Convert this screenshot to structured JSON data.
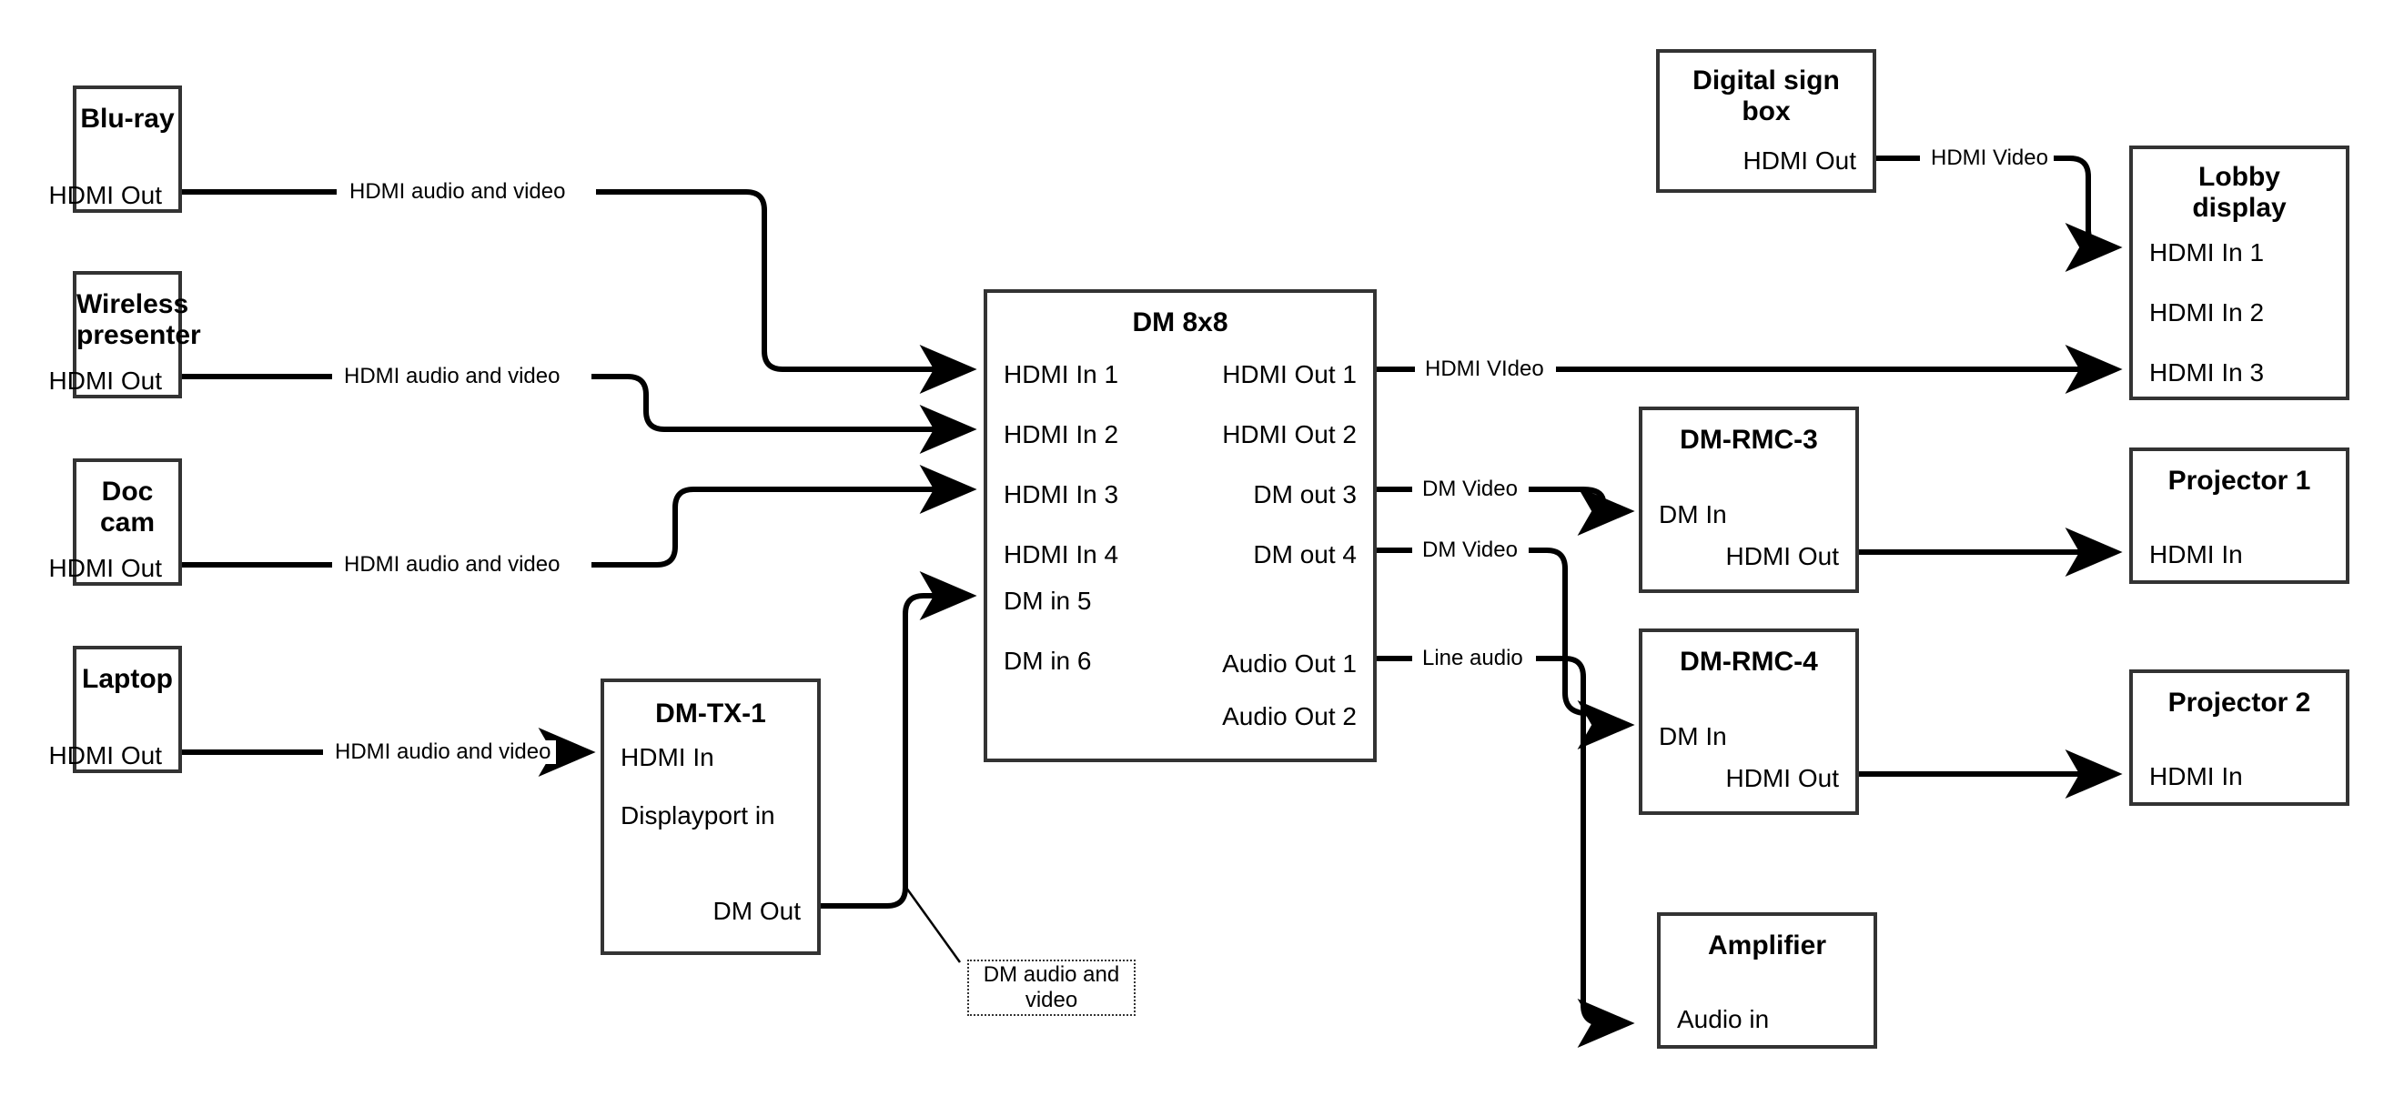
{
  "diagram": {
    "title": "AV signal flow diagram",
    "stroke_color": "#333333",
    "wire_color": "#000000",
    "background": "#ffffff"
  },
  "nodes": [
    {
      "id": "blu-ray",
      "title": "Blu-ray",
      "ports": [
        {
          "label": "HDMI Out",
          "side": "right"
        }
      ]
    },
    {
      "id": "wireless-presenter",
      "title": "Wireless\npresenter",
      "title_line1": "Wireless",
      "title_line2": "presenter",
      "ports": [
        {
          "label": "HDMI Out",
          "side": "right"
        }
      ]
    },
    {
      "id": "doc-cam",
      "title": "Doc cam",
      "ports": [
        {
          "label": "HDMI Out",
          "side": "right"
        }
      ]
    },
    {
      "id": "laptop",
      "title": "Laptop",
      "ports": [
        {
          "label": "HDMI Out",
          "side": "right"
        }
      ]
    },
    {
      "id": "dm-tx-1",
      "title": "DM-TX-1",
      "ports": [
        {
          "label": "HDMI In",
          "side": "left"
        },
        {
          "label": "Displayport in",
          "side": "left"
        },
        {
          "label": "DM Out",
          "side": "right"
        }
      ]
    },
    {
      "id": "dm-8x8",
      "title": "DM 8x8",
      "ports": [
        {
          "label": "HDMI In 1",
          "side": "left"
        },
        {
          "label": "HDMI In 2",
          "side": "left"
        },
        {
          "label": "HDMI In 3",
          "side": "left"
        },
        {
          "label": "HDMI In 4",
          "side": "left"
        },
        {
          "label": "DM in 5",
          "side": "left"
        },
        {
          "label": "DM in 6",
          "side": "left"
        },
        {
          "label": "HDMI Out 1",
          "side": "right"
        },
        {
          "label": "HDMI Out 2",
          "side": "right"
        },
        {
          "label": "DM out 3",
          "side": "right"
        },
        {
          "label": "DM out 4",
          "side": "right"
        },
        {
          "label": "Audio Out 1",
          "side": "right"
        },
        {
          "label": "Audio Out 2",
          "side": "right"
        }
      ]
    },
    {
      "id": "digital-sign-box",
      "title": "Digital sign\nbox",
      "title_line1": "Digital sign",
      "title_line2": "box",
      "ports": [
        {
          "label": "HDMI Out",
          "side": "right"
        }
      ]
    },
    {
      "id": "lobby-display",
      "title": "Lobby\ndisplay",
      "title_line1": "Lobby",
      "title_line2": "display",
      "ports": [
        {
          "label": "HDMI In 1",
          "side": "left"
        },
        {
          "label": "HDMI In 2",
          "side": "left"
        },
        {
          "label": "HDMI In 3",
          "side": "left"
        }
      ]
    },
    {
      "id": "dm-rmc-3",
      "title": "DM-RMC-3",
      "ports": [
        {
          "label": "DM In",
          "side": "left"
        },
        {
          "label": "HDMI Out",
          "side": "right"
        }
      ]
    },
    {
      "id": "dm-rmc-4",
      "title": "DM-RMC-4",
      "ports": [
        {
          "label": "DM In",
          "side": "left"
        },
        {
          "label": "HDMI Out",
          "side": "right"
        }
      ]
    },
    {
      "id": "projector-1",
      "title": "Projector 1",
      "ports": [
        {
          "label": "HDMI In",
          "side": "left"
        }
      ]
    },
    {
      "id": "projector-2",
      "title": "Projector 2",
      "ports": [
        {
          "label": "HDMI In",
          "side": "left"
        }
      ]
    },
    {
      "id": "amplifier",
      "title": "Amplifier",
      "ports": [
        {
          "label": "Audio in",
          "side": "left"
        }
      ]
    }
  ],
  "labels": {
    "bluray_link": "HDMI audio and video",
    "wireless_link": "HDMI audio and video",
    "doccam_link": "HDMI audio and video",
    "laptop_link": "HDMI audio and video",
    "signbox_link": "HDMI Video",
    "hdmiout1_link": "HDMI VIdeo",
    "dmout3_link": "DM Video",
    "dmout4_link": "DM Video",
    "audioout1_link": "Line audio",
    "dmtx_callout_line1": "DM audio and",
    "dmtx_callout_line2": "video"
  },
  "connections": [
    {
      "from": "blu-ray.HDMI Out",
      "to": "dm-8x8.HDMI In 1",
      "label": "HDMI audio and video"
    },
    {
      "from": "wireless-presenter.HDMI Out",
      "to": "dm-8x8.HDMI In 2",
      "label": "HDMI audio and video"
    },
    {
      "from": "doc-cam.HDMI Out",
      "to": "dm-8x8.HDMI In 3",
      "label": "HDMI audio and video"
    },
    {
      "from": "laptop.HDMI Out",
      "to": "dm-tx-1.HDMI In",
      "label": "HDMI audio and video"
    },
    {
      "from": "dm-tx-1.DM Out",
      "to": "dm-8x8.DM in 5",
      "label": "DM audio and video"
    },
    {
      "from": "digital-sign-box.HDMI Out",
      "to": "lobby-display.HDMI In 1",
      "label": "HDMI Video"
    },
    {
      "from": "dm-8x8.HDMI Out 1",
      "to": "lobby-display.HDMI In 3",
      "label": "HDMI VIdeo"
    },
    {
      "from": "dm-8x8.DM out 3",
      "to": "dm-rmc-3.DM In",
      "label": "DM Video"
    },
    {
      "from": "dm-8x8.DM out 4",
      "to": "dm-rmc-4.DM In",
      "label": "DM Video"
    },
    {
      "from": "dm-8x8.Audio Out 1",
      "to": "amplifier.Audio in",
      "label": "Line audio"
    },
    {
      "from": "dm-rmc-3.HDMI Out",
      "to": "projector-1.HDMI In",
      "label": ""
    },
    {
      "from": "dm-rmc-4.HDMI Out",
      "to": "projector-2.HDMI In",
      "label": ""
    }
  ]
}
